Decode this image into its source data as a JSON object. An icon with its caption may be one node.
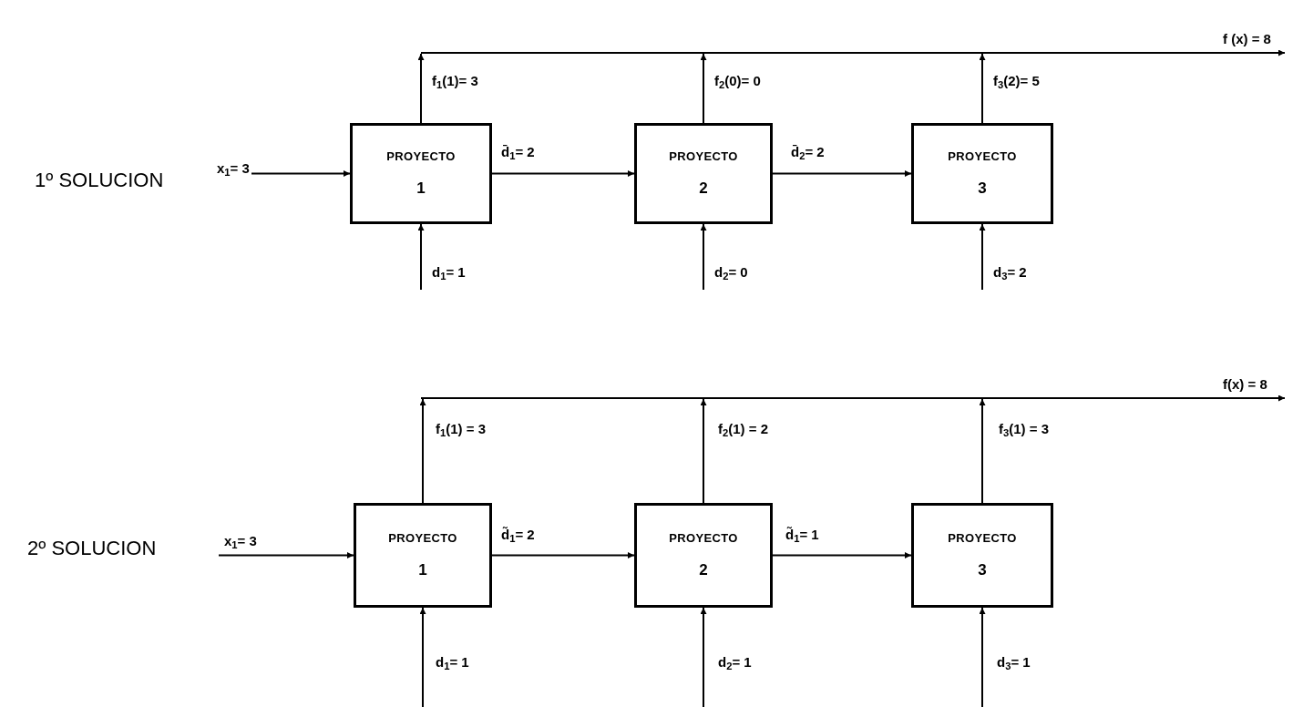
{
  "diagram": {
    "nodes": [
      {
        "text": [],
        "shape": "bar"
      },
      {
        "text": [
          "PROYECTO",
          "1"
        ]
      },
      {
        "text": [
          "PROYECTO",
          "2"
        ]
      },
      {
        "text": [
          "PROYECTO",
          "3"
        ]
      },
      {
        "text": [],
        "shape": "bar"
      },
      {
        "text": [
          "PROYECTO",
          "1"
        ]
      },
      {
        "text": [
          "PROYECTO",
          "2"
        ]
      },
      {
        "text": [
          "PROYECTO",
          "3"
        ]
      }
    ],
    "edges": [
      {
        "from": null,
        "to": 1,
        "arrow": "to",
        "label": "x$_{1}$= 3"
      },
      {
        "from": 1,
        "to": 2,
        "arrow": "to",
        "label": "d̄$_{1}$= 2"
      },
      {
        "from": 2,
        "to": 3,
        "arrow": "to",
        "label": "d̄$_{2}$= 2"
      },
      {
        "from": null,
        "to": 1,
        "arrow": "to",
        "label": "d$_{1}$= 1"
      },
      {
        "from": null,
        "to": 2,
        "arrow": "to",
        "label": "d$_{2}$= 0"
      },
      {
        "from": null,
        "to": 3,
        "arrow": "to",
        "label": "d$_{3}$= 2"
      },
      {
        "from": 1,
        "to": 0,
        "arrow": "to",
        "label": "f$_{1}$(1)= 3"
      },
      {
        "from": 2,
        "to": 0,
        "arrow": "to",
        "label": "f$_{2}$(0)= 0"
      },
      {
        "from": 3,
        "to": 0,
        "arrow": "to",
        "label": "f$_{3}$(2)= 5"
      },
      {
        "from": 0,
        "to": null,
        "arrow": "to",
        "label": "f (x) = 8"
      },
      {
        "from": null,
        "to": 5,
        "arrow": "to",
        "label": "x$_{1}$= 3"
      },
      {
        "from": 5,
        "to": 6,
        "arrow": "to",
        "label": "d̃$_{1}$= 2"
      },
      {
        "from": 6,
        "to": 7,
        "arrow": "to",
        "label": "d̃$_{1}$= 1"
      },
      {
        "from": null,
        "to": 5,
        "arrow": "to",
        "label": "d$_{1}$= 1"
      },
      {
        "from": null,
        "to": 6,
        "arrow": "to",
        "label": "d$_{2}$= 1"
      },
      {
        "from": null,
        "to": 7,
        "arrow": "to",
        "label": "d$_{3}$= 1"
      },
      {
        "from": 5,
        "to": 4,
        "arrow": "to",
        "label": "f$_{1}$(1) = 3"
      },
      {
        "from": 6,
        "to": 4,
        "arrow": "to",
        "label": "f$_{2}$(1) = 2"
      },
      {
        "from": 7,
        "to": 4,
        "arrow": "to",
        "label": "f$_{3}$(1) = 3"
      },
      {
        "from": 4,
        "to": null,
        "arrow": "to",
        "label": "f(x) = 8"
      }
    ],
    "labels": [
      "1º SOLUCION",
      "2º SOLUCION"
    ]
  }
}
